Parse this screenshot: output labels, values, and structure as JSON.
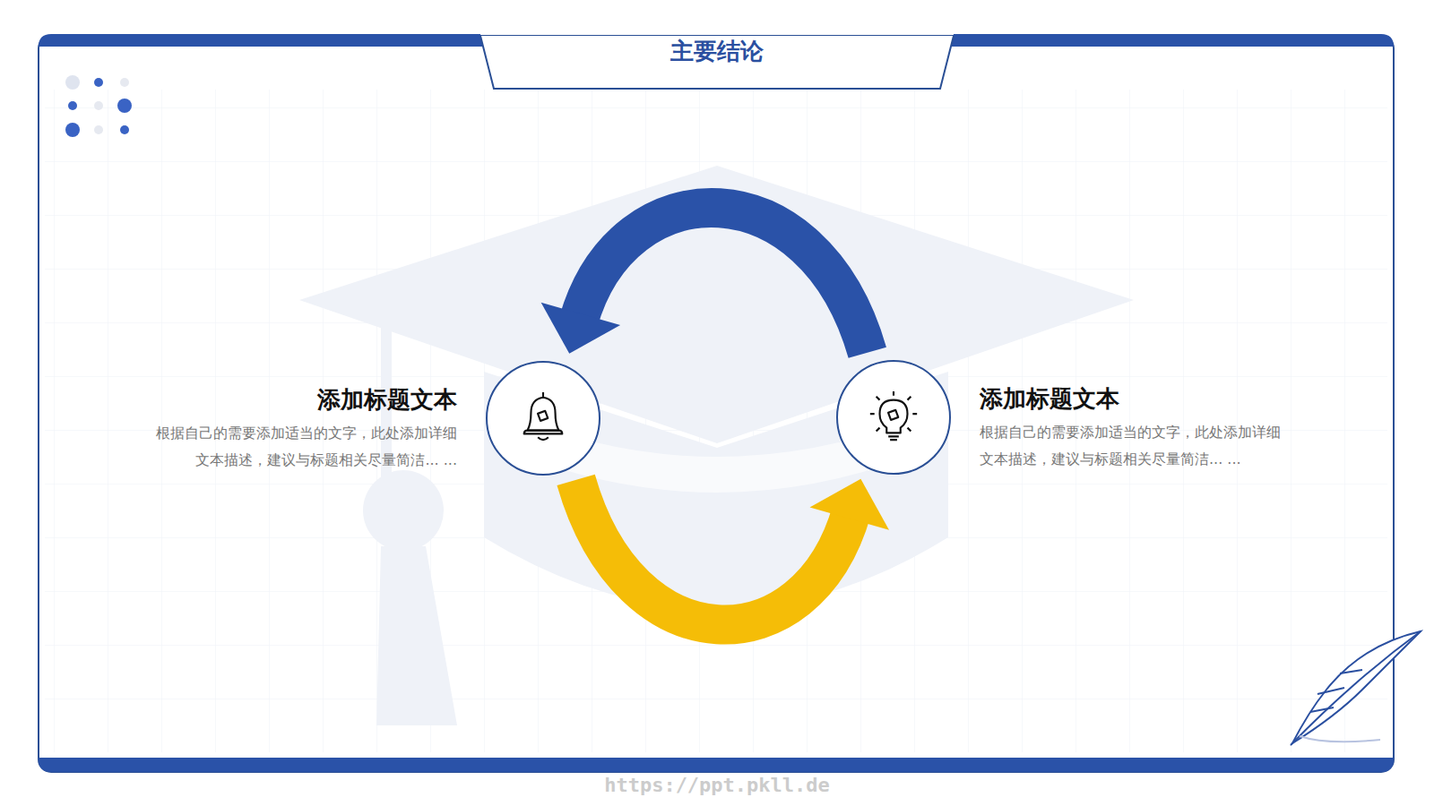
{
  "diagram": {
    "title": "主要结论",
    "nodes": [
      {
        "text": [
          "添加标题文本",
          "根据自己的需要添加适当的文字，此处添加详细 文本描述，建议与标题相关尽量简洁... ..."
        ]
      },
      {
        "text": [
          "添加标题文本",
          "根据自己的需要添加适当的文字，此处添加详细 文本描述，建议与标题相关尽量简洁... ..."
        ]
      }
    ],
    "edges": [
      {
        "from": 1,
        "to": 0,
        "arrow": "to"
      },
      {
        "from": 0,
        "to": 1,
        "arrow": "to"
      }
    ],
    "labels": [
      "https://ppt.pkll.de"
    ]
  }
}
